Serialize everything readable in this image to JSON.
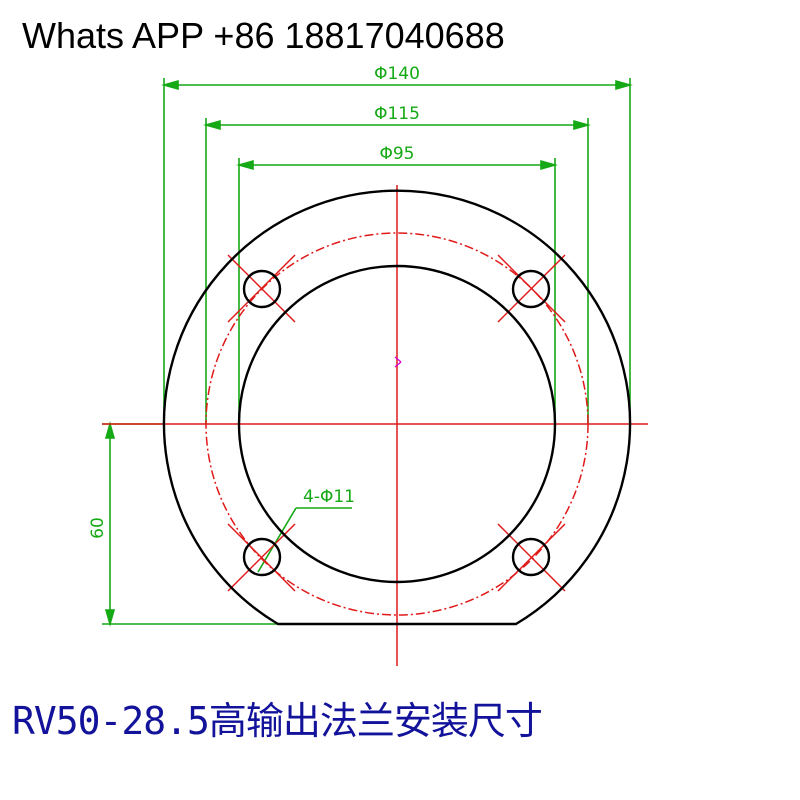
{
  "header": {
    "contact_text": "Whats APP +86 18817040688"
  },
  "drawing": {
    "dim_outer_diameter": "Φ140",
    "dim_mid_diameter": "Φ115",
    "dim_inner_diameter": "Φ95",
    "dim_holes": "4-Φ11",
    "dim_height": "60"
  },
  "footer": {
    "caption": "RV50-28.5高输出法兰安装尺寸"
  },
  "colors": {
    "outline": "#000000",
    "centerline": "#e01919",
    "dimension": "#15a915",
    "caption": "#12129a",
    "marker": "#d400d4"
  }
}
